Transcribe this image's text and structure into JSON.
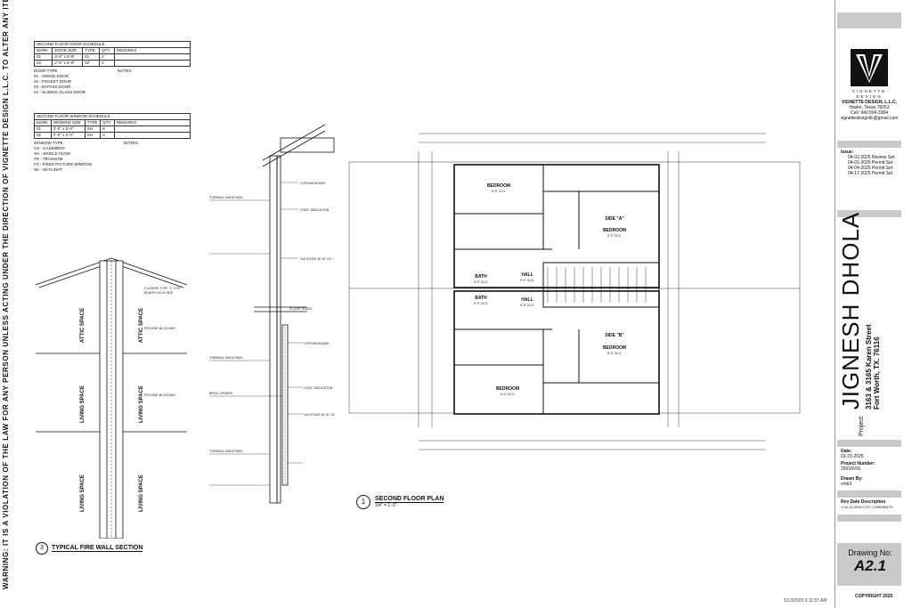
{
  "watermark": "WARNING: IT IS A VIOLATION OF THE LAW FOR ANY PERSON UNLESS ACTING UNDER THE DIRECTION OF VIGNETTE DESIGN L.L.C. TO ALTER ANY ITEM ON THIS DOCUMENT IN ANY WAY",
  "firm": {
    "logo_text": "VIGNETTE DESIGN",
    "name": "VIGNETTE DESIGN, L.L.C.",
    "city": "Haslet, Texas 76052",
    "phone": "Cell: 940.594.3384",
    "email": "vignettedesignllc@gmail.com"
  },
  "issue": {
    "heading": "Issue:",
    "rows": [
      "04-01-2025 Review Set",
      "04-01-2025 Permit Set",
      "04-04-2025 Permit Set",
      "04-17-2025 Permit Set"
    ]
  },
  "project": {
    "label": "Project:",
    "name": "JIGNESH DHOLA",
    "address1": "3163 & 3165 Karen Street",
    "address2": "Fort Worth, TX. 76116"
  },
  "meta": {
    "date_label": "Date:",
    "date": "03-23-2025",
    "number_label": "Project Number:",
    "number": "25018VIG",
    "drawn_label": "Drawn By:",
    "drawn": "vmb3",
    "rev_header": "Rev  Date  Description",
    "rev_row": "1  04-15-2025  CITY COMMENTS"
  },
  "drawing": {
    "label": "Drawing No:",
    "number": "A2.1",
    "copyright": "COPYRIGHT 2025",
    "timestamp": "5/13/2025 9:11:57 AM"
  },
  "door_schedule": {
    "title": "SECOND FLOOR DOOR SCHEDULE",
    "headers": [
      "MARK",
      "DOOR SIZE",
      "TYPE",
      "QTY.",
      "REMARKS"
    ],
    "rows": [
      [
        "01",
        "2'-6\" x 6'-8\"",
        "01",
        "2",
        ""
      ],
      [
        "02",
        "2'-6\" x 6'-8\"",
        "02",
        "2",
        ""
      ]
    ],
    "type_header": "DOOR TYPE",
    "notes_header": "NOTES:",
    "types": [
      "01 - SWING DOOR",
      "02 - POCKET DOOR",
      "03 - BYPASS DOOR",
      "04 - SLIDING GLASS DOOR"
    ]
  },
  "window_schedule": {
    "title": "SECOND FLOOR WINDOW SCHEDULE",
    "headers": [
      "MARK",
      "WINDOW SIZE",
      "TYPE",
      "QTY.",
      "REMARKS"
    ],
    "rows": [
      [
        "01",
        "3'-0\" x 5'-0\"",
        "SH",
        "8",
        ""
      ],
      [
        "02",
        "2'-0\" x 3'-0\"",
        "SH",
        "2",
        ""
      ]
    ],
    "type_header": "WINDOW TYPE",
    "notes_header": "NOTES:",
    "types": [
      "CS - CASEMENT",
      "SH - SINGLE HUNG",
      "TR - TRANSOM",
      "FX - FIXED PICTURE WINDOW",
      "SK - SKYLIGHT"
    ]
  },
  "labels": {
    "fire_wall_num": "3",
    "fire_wall_title": "TYPICAL FIRE WALL SECTION",
    "plan_num": "1",
    "plan_title": "SECOND FLOOR PLAN",
    "plan_scale": "1/4\" = 1'-0\"",
    "attic": "ATTIC SPACE",
    "living": "LIVING SPACE"
  },
  "plan_rooms": [
    {
      "name": "BEDROOM",
      "sub": "9'-0\" CLG."
    },
    {
      "name": "BEDROOM",
      "sub": "9'-0\" CLG."
    },
    {
      "name": "BEDROOM",
      "sub": "9'-0\" CLG."
    },
    {
      "name": "BEDROOM",
      "sub": "9'-0\" CLG."
    },
    {
      "name": "BATH",
      "sub": "9'-0\" CLG."
    },
    {
      "name": "BATH",
      "sub": "9'-0\" CLG."
    },
    {
      "name": "HALL",
      "sub": "9'-0\" CLG."
    },
    {
      "name": "HALL",
      "sub": "9'-0\" CLG."
    },
    {
      "name": "SIDE \"A\"",
      "sub": ""
    },
    {
      "name": "SIDE \"B\"",
      "sub": ""
    }
  ],
  "section_notes": [
    "GYPSUM BOARD",
    "CONT. INSULATION",
    "2x6 STUDS @ 16\" OC",
    "BRICK VENEER",
    "FLOOR TRUSS",
    "THERMAL SHEATHING"
  ]
}
